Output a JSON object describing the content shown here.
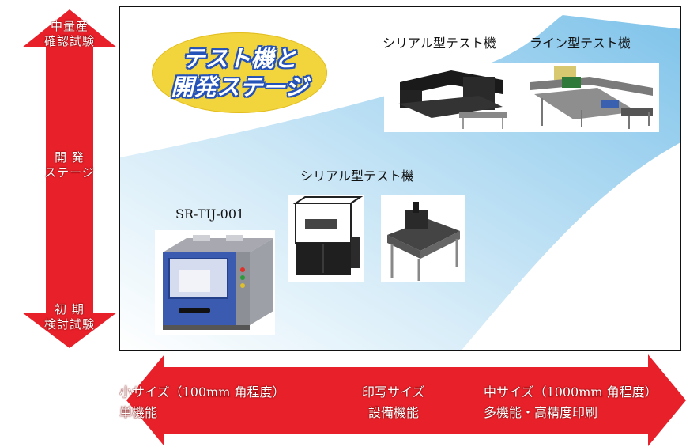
{
  "vertical_axis": {
    "top_label": [
      "中量産",
      "確認試験"
    ],
    "middle_label": [
      "開 発",
      "ステージ"
    ],
    "bottom_label": [
      "初 期",
      "検討試験"
    ],
    "color": "#e8202a"
  },
  "badge": {
    "line1": "テスト機と",
    "line2": "開発ステージ",
    "fill": "#f2d43c",
    "text_color": "#2452b8"
  },
  "captions": {
    "top_serial": "シリアル型テスト機",
    "top_line": "ライン型テスト機",
    "mid_serial": "シリアル型テスト機",
    "sr_model": "SR-TIJ-001"
  },
  "horizontal_axis": {
    "left_line1": "小サイズ（100mm 角程度）",
    "left_line2": "単機能",
    "center_line1": "印写サイズ",
    "center_line2": "設備機能",
    "right_line1": "中サイズ（1000mm 角程度）",
    "right_line2": "多機能・高精度印刷",
    "color": "#e8202a"
  },
  "machines": [
    {
      "name": "SR-TIJ-001",
      "color": "#3b5bb0"
    },
    {
      "name": "serial-enclosure",
      "color": "#222222"
    },
    {
      "name": "serial-table",
      "color": "#333333"
    },
    {
      "name": "serial-gantry",
      "color": "#1a1a1a"
    },
    {
      "name": "line-conveyor",
      "color": "#6d6d6d"
    }
  ]
}
